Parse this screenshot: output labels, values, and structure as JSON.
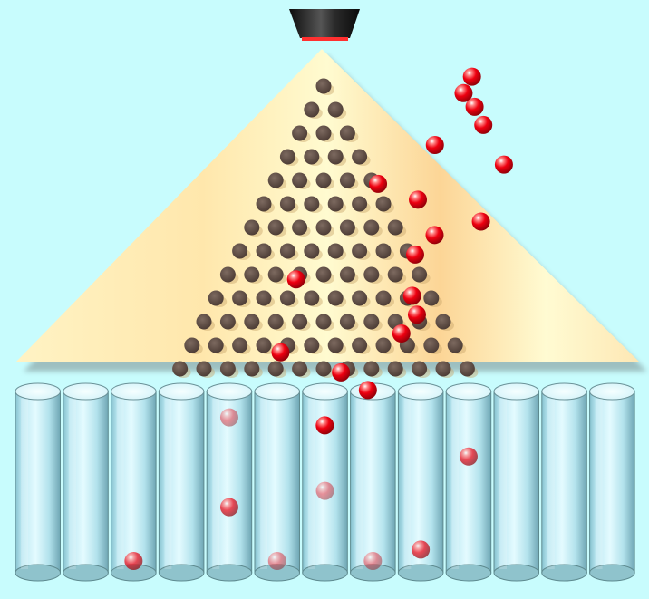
{
  "scene": {
    "background_color": "#c8fcfd",
    "funnel_color": "#1c1c1c",
    "funnel_lip_color": "#ff3030",
    "board_colors": [
      "#ffe9ae",
      "#fffbd0",
      "#fcd596"
    ],
    "peg_color": "#5b4a42",
    "ball_color": "#e8000f",
    "tube_color": "#c6f2fa",
    "peg_row_count": 13,
    "tube_count": 13
  },
  "falling_balls": [
    {
      "lane": 6.0,
      "row": -0.4
    },
    {
      "lane": 6.0,
      "row": 0.3
    },
    {
      "lane": 6.75,
      "row": 0.88
    },
    {
      "lane": 7.5,
      "row": 1.65
    },
    {
      "lane": 5.9,
      "row": 2.5
    },
    {
      "lane": 9.2,
      "row": 3.33
    },
    {
      "lane": 4.35,
      "row": 4.15
    },
    {
      "lane": 6.35,
      "row": 4.82
    },
    {
      "lane": 9.45,
      "row": 5.75
    },
    {
      "lane": 7.8,
      "row": 6.32
    },
    {
      "lane": 7.4,
      "row": 7.15
    },
    {
      "lane": 2.95,
      "row": 8.2
    },
    {
      "lane": 8.15,
      "row": 8.9
    },
    {
      "lane": 8.75,
      "row": 9.7
    },
    {
      "lane": 8.5,
      "row": 10.5
    },
    {
      "lane": 3.85,
      "row": 11.3
    },
    {
      "lane": 6.8,
      "row": 12.15
    },
    {
      "lane": 8.3,
      "row": 12.9
    },
    {
      "lane": 7.25,
      "row": 14.4
    }
  ],
  "tube_balls": [
    {
      "tube": 2,
      "level": 0.05,
      "depth": "back"
    },
    {
      "tube": 4,
      "level": 0.93,
      "depth": "front"
    },
    {
      "tube": 4,
      "level": 0.38,
      "depth": "back"
    },
    {
      "tube": 5,
      "level": 0.05,
      "depth": "front"
    },
    {
      "tube": 6,
      "level": 0.48,
      "depth": "front"
    },
    {
      "tube": 7,
      "level": 0.05,
      "depth": "front"
    },
    {
      "tube": 8,
      "level": 0.12,
      "depth": "back"
    },
    {
      "tube": 9,
      "level": 0.69,
      "depth": "back"
    }
  ]
}
